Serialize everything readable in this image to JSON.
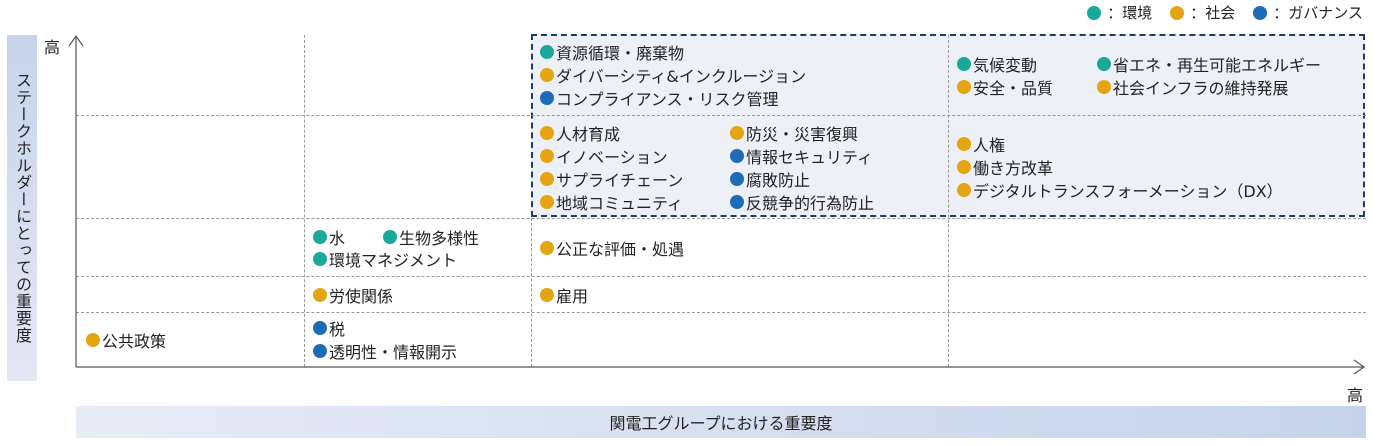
{
  "legend": [
    {
      "label": "：環境",
      "color": "#1aa89a"
    },
    {
      "label": "：社会",
      "color": "#e5a411"
    },
    {
      "label": "：ガバナンス",
      "color": "#1e6cb8"
    }
  ],
  "y_axis": {
    "label": "ステークホルダーにとっての重要度",
    "high": "高"
  },
  "x_axis": {
    "label": "関電工グループにおける重要度",
    "high": "高"
  },
  "items": [
    {
      "label": "資源循環・廃棄物",
      "cat": "t"
    },
    {
      "label": "ダイバーシティ&インクルージョン",
      "cat": "o"
    },
    {
      "label": "コンプライアンス・リスク管理",
      "cat": "b"
    },
    {
      "label": "気候変動",
      "cat": "t"
    },
    {
      "label": "省エネ・再生可能エネルギー",
      "cat": "t"
    },
    {
      "label": "安全・品質",
      "cat": "o"
    },
    {
      "label": "社会インフラの維持発展",
      "cat": "o"
    },
    {
      "label": "人材育成",
      "cat": "o"
    },
    {
      "label": "イノベーション",
      "cat": "o"
    },
    {
      "label": "サプライチェーン",
      "cat": "o"
    },
    {
      "label": "地域コミュニティ",
      "cat": "o"
    },
    {
      "label": "防災・災害復興",
      "cat": "o"
    },
    {
      "label": "情報セキュリティ",
      "cat": "b"
    },
    {
      "label": "腐敗防止",
      "cat": "b"
    },
    {
      "label": "反競争的行為防止",
      "cat": "b"
    },
    {
      "label": "人権",
      "cat": "o"
    },
    {
      "label": "働き方改革",
      "cat": "o"
    },
    {
      "label": "デジタルトランスフォーメーション（DX）",
      "cat": "o"
    },
    {
      "label": "水",
      "cat": "t"
    },
    {
      "label": "生物多様性",
      "cat": "t"
    },
    {
      "label": "環境マネジメント",
      "cat": "t"
    },
    {
      "label": "公正な評価・処遇",
      "cat": "o"
    },
    {
      "label": "労使関係",
      "cat": "o"
    },
    {
      "label": "雇用",
      "cat": "o"
    },
    {
      "label": "公共政策",
      "cat": "o"
    },
    {
      "label": "税",
      "cat": "b"
    },
    {
      "label": "透明性・情報開示",
      "cat": "b"
    }
  ]
}
